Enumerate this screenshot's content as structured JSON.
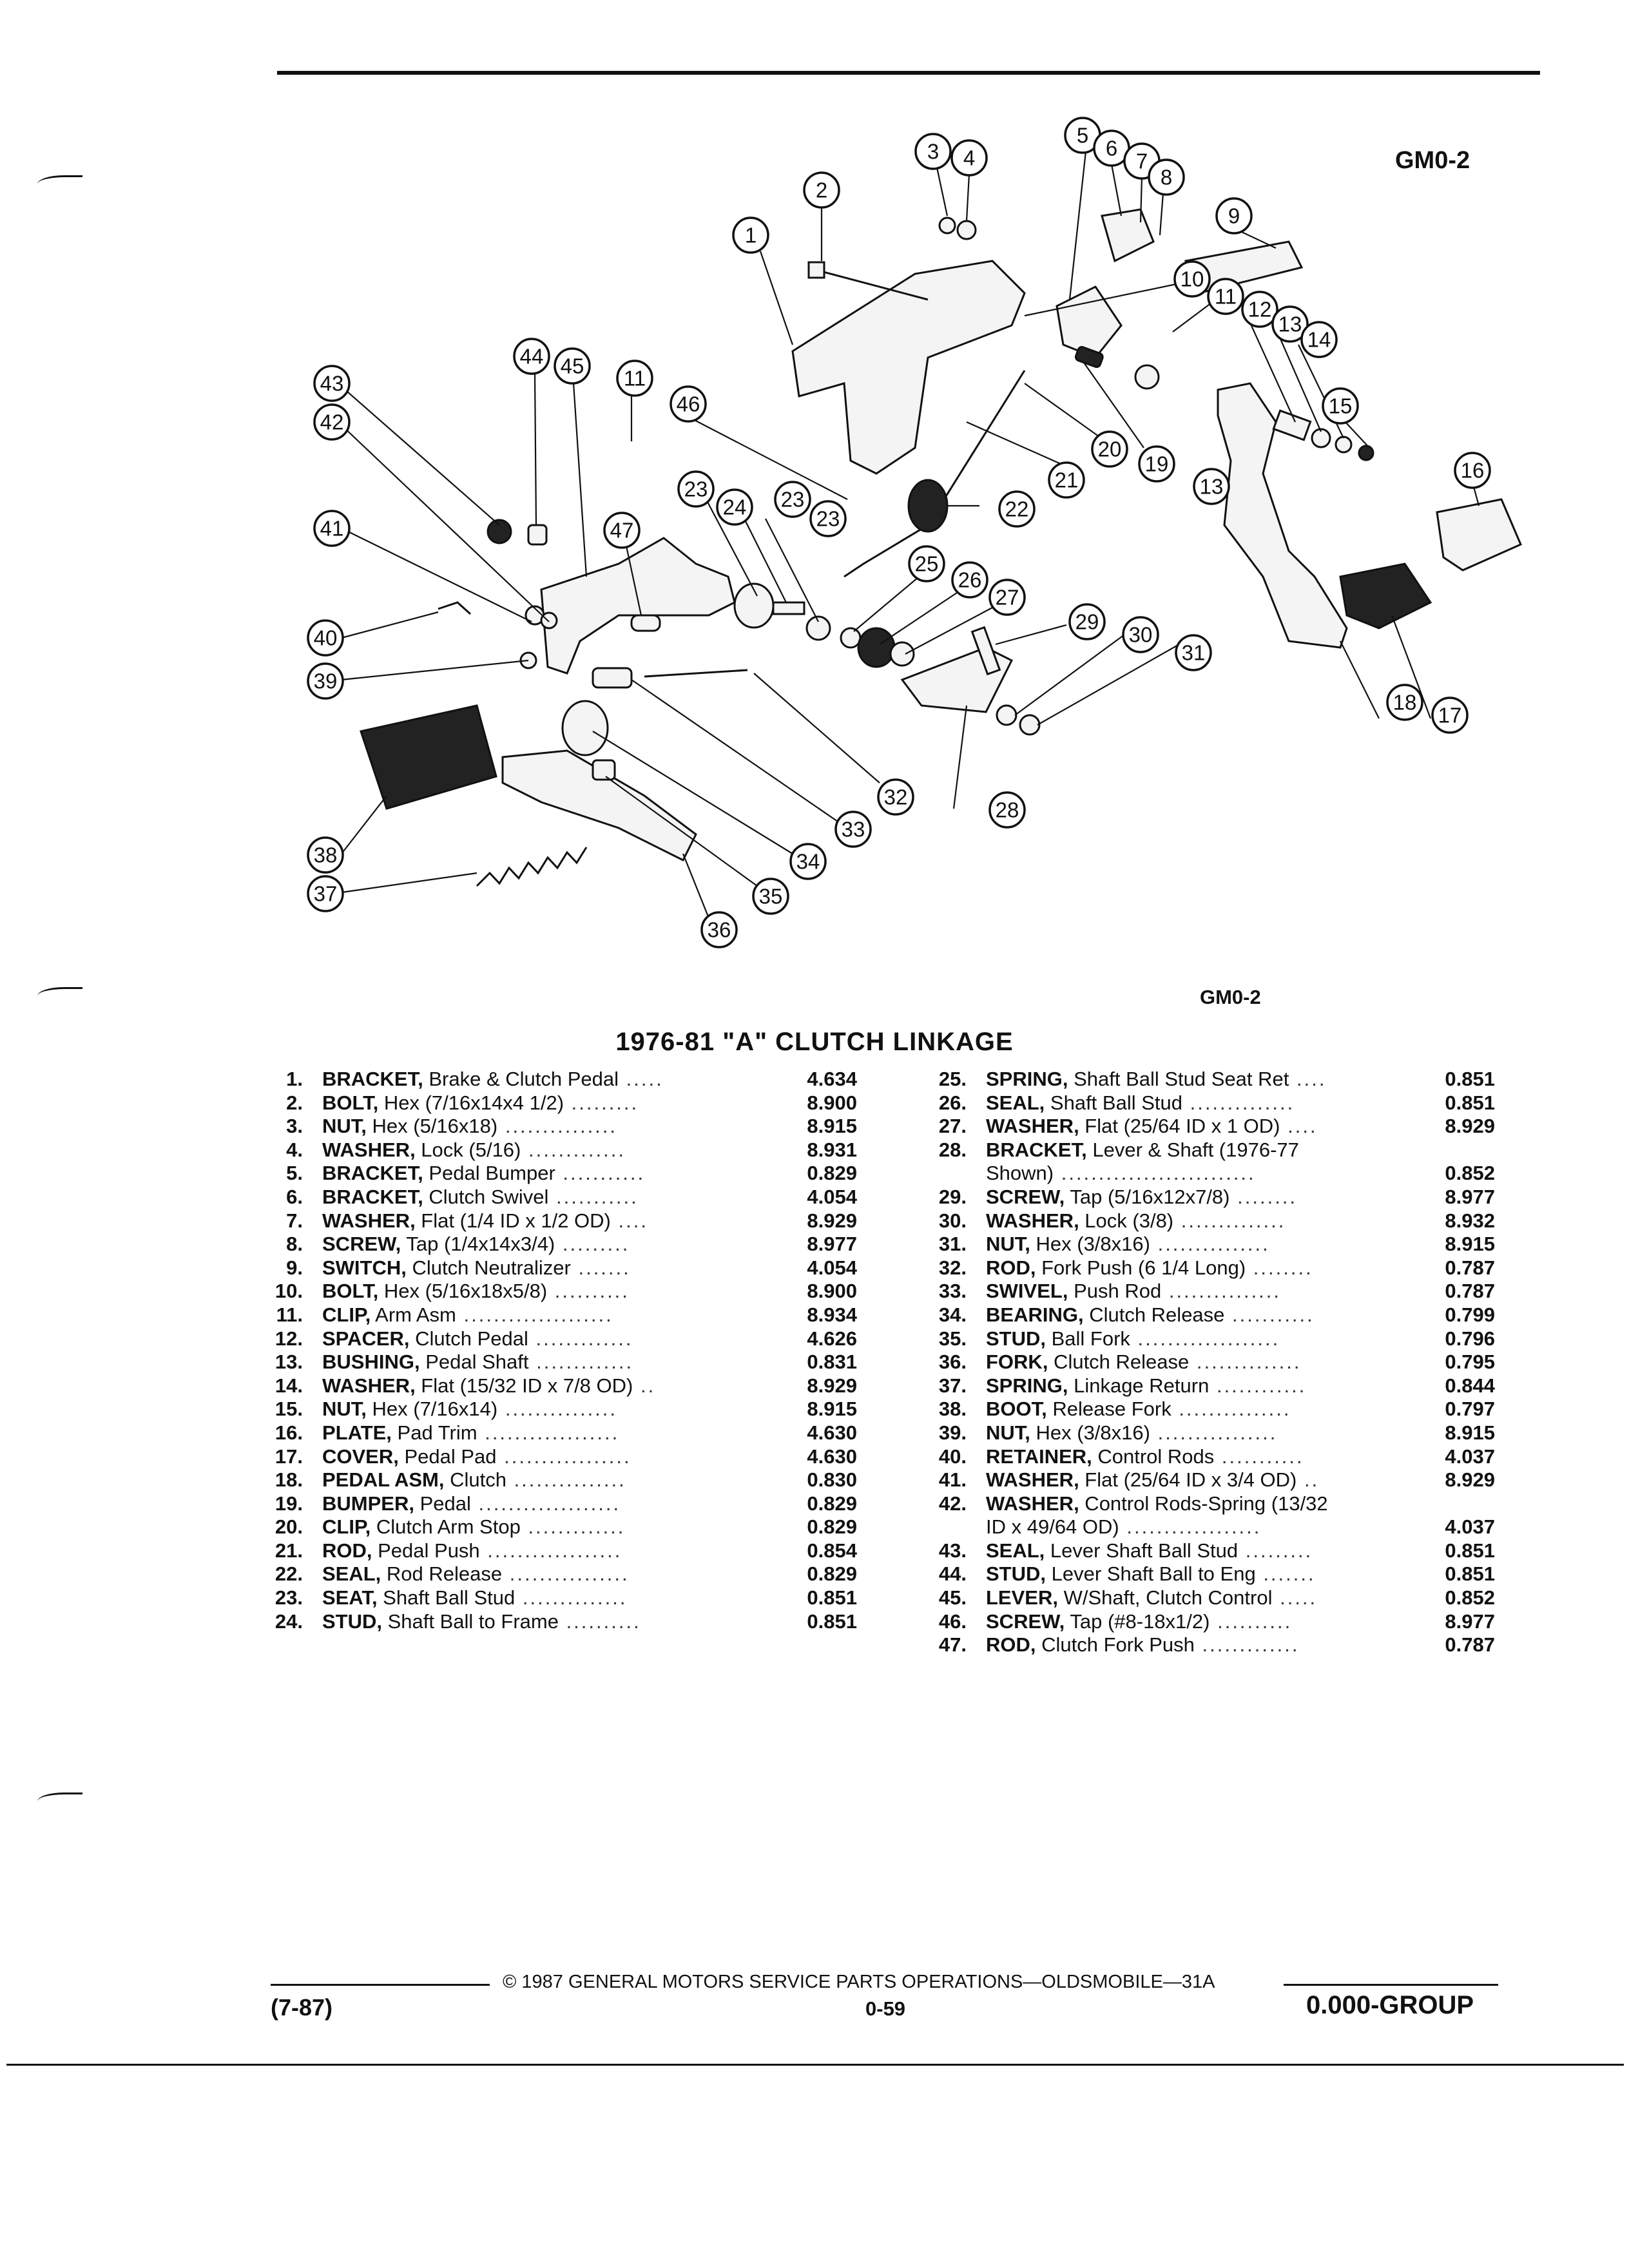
{
  "figure": {
    "label_top": "GM0-2",
    "label_bottom": "GM0-2",
    "callouts": [
      "1",
      "2",
      "3",
      "4",
      "5",
      "6",
      "7",
      "8",
      "9",
      "10",
      "11",
      "12",
      "13",
      "14",
      "15",
      "16",
      "17",
      "18",
      "19",
      "20",
      "21",
      "22",
      "23",
      "24",
      "25",
      "26",
      "27",
      "28",
      "29",
      "30",
      "31",
      "32",
      "33",
      "34",
      "35",
      "36",
      "37",
      "38",
      "39",
      "40",
      "41",
      "42",
      "43",
      "44",
      "45",
      "11",
      "46",
      "23",
      "23",
      "47",
      "13"
    ]
  },
  "title": "1976-81 \"A\" CLUTCH LINKAGE",
  "parts_left": [
    {
      "no": "1.",
      "name": "BRACKET,",
      "desc": " Brake & Clutch Pedal",
      "dots": " .....",
      "group": "4.634"
    },
    {
      "no": "2.",
      "name": "BOLT,",
      "desc": " Hex (7/16x14x4 1/2)",
      "dots": " .........",
      "group": "8.900"
    },
    {
      "no": "3.",
      "name": "NUT,",
      "desc": " Hex (5/16x18)",
      "dots": " ...............",
      "group": "8.915"
    },
    {
      "no": "4.",
      "name": "WASHER,",
      "desc": " Lock (5/16)",
      "dots": " .............",
      "group": "8.931"
    },
    {
      "no": "5.",
      "name": "BRACKET,",
      "desc": " Pedal Bumper",
      "dots": " ...........",
      "group": "0.829"
    },
    {
      "no": "6.",
      "name": "BRACKET,",
      "desc": " Clutch Swivel",
      "dots": " ...........",
      "group": "4.054"
    },
    {
      "no": "7.",
      "name": "WASHER,",
      "desc": " Flat (1/4 ID x 1/2 OD)",
      "dots": " ....",
      "group": "8.929"
    },
    {
      "no": "8.",
      "name": "SCREW,",
      "desc": " Tap (1/4x14x3/4)",
      "dots": " .........",
      "group": "8.977"
    },
    {
      "no": "9.",
      "name": "SWITCH,",
      "desc": " Clutch Neutralizer",
      "dots": " .......",
      "group": "4.054"
    },
    {
      "no": "10.",
      "name": "BOLT,",
      "desc": " Hex (5/16x18x5/8)",
      "dots": " ..........",
      "group": "8.900"
    },
    {
      "no": "11.",
      "name": "CLIP,",
      "desc": " Arm Asm",
      "dots": " ....................",
      "group": "8.934"
    },
    {
      "no": "12.",
      "name": "SPACER,",
      "desc": " Clutch Pedal",
      "dots": " .............",
      "group": "4.626"
    },
    {
      "no": "13.",
      "name": "BUSHING,",
      "desc": " Pedal Shaft",
      "dots": " .............",
      "group": "0.831"
    },
    {
      "no": "14.",
      "name": "WASHER,",
      "desc": " Flat (15/32 ID x 7/8 OD)",
      "dots": " ..",
      "group": "8.929"
    },
    {
      "no": "15.",
      "name": "NUT,",
      "desc": " Hex (7/16x14)",
      "dots": " ...............",
      "group": "8.915"
    },
    {
      "no": "16.",
      "name": "PLATE,",
      "desc": " Pad Trim",
      "dots": " ..................",
      "group": "4.630"
    },
    {
      "no": "17.",
      "name": "COVER,",
      "desc": " Pedal Pad",
      "dots": " .................",
      "group": "4.630"
    },
    {
      "no": "18.",
      "name": "PEDAL ASM,",
      "desc": " Clutch",
      "dots": " ...............",
      "group": "0.830"
    },
    {
      "no": "19.",
      "name": "BUMPER,",
      "desc": " Pedal",
      "dots": " ...................",
      "group": "0.829"
    },
    {
      "no": "20.",
      "name": "CLIP,",
      "desc": " Clutch Arm Stop",
      "dots": " .............",
      "group": "0.829"
    },
    {
      "no": "21.",
      "name": "ROD,",
      "desc": " Pedal Push",
      "dots": " ..................",
      "group": "0.854"
    },
    {
      "no": "22.",
      "name": "SEAL,",
      "desc": " Rod Release",
      "dots": " ................",
      "group": "0.829"
    },
    {
      "no": "23.",
      "name": "SEAT,",
      "desc": " Shaft Ball Stud",
      "dots": " ..............",
      "group": "0.851"
    },
    {
      "no": "24.",
      "name": "STUD,",
      "desc": " Shaft Ball to Frame",
      "dots": " ..........",
      "group": "0.851"
    }
  ],
  "parts_right": [
    {
      "no": "25.",
      "name": "SPRING,",
      "desc": " Shaft Ball Stud Seat Ret",
      "dots": " ....",
      "group": "0.851"
    },
    {
      "no": "26.",
      "name": "SEAL,",
      "desc": " Shaft Ball Stud",
      "dots": " ..............",
      "group": "0.851"
    },
    {
      "no": "27.",
      "name": "WASHER,",
      "desc": " Flat (25/64 ID x 1 OD)",
      "dots": " ....",
      "group": "8.929"
    },
    {
      "no": "28.",
      "name": "BRACKET,",
      "desc": " Lever & Shaft (1976-77",
      "dots": "",
      "group": ""
    },
    {
      "no": "",
      "name": "",
      "desc": "Shown)",
      "dots": " ..........................",
      "group": "0.852"
    },
    {
      "no": "29.",
      "name": "SCREW,",
      "desc": " Tap (5/16x12x7/8)",
      "dots": " ........",
      "group": "8.977"
    },
    {
      "no": "30.",
      "name": "WASHER,",
      "desc": " Lock (3/8)",
      "dots": " ..............",
      "group": "8.932"
    },
    {
      "no": "31.",
      "name": "NUT,",
      "desc": " Hex (3/8x16)",
      "dots": " ...............",
      "group": "8.915"
    },
    {
      "no": "32.",
      "name": "ROD,",
      "desc": " Fork Push (6 1/4 Long)",
      "dots": " ........",
      "group": "0.787"
    },
    {
      "no": "33.",
      "name": "SWIVEL,",
      "desc": " Push Rod",
      "dots": " ...............",
      "group": "0.787"
    },
    {
      "no": "34.",
      "name": "BEARING,",
      "desc": " Clutch Release",
      "dots": " ...........",
      "group": "0.799"
    },
    {
      "no": "35.",
      "name": "STUD,",
      "desc": " Ball Fork",
      "dots": " ...................",
      "group": "0.796"
    },
    {
      "no": "36.",
      "name": "FORK,",
      "desc": " Clutch Release",
      "dots": " ..............",
      "group": "0.795"
    },
    {
      "no": "37.",
      "name": "SPRING,",
      "desc": " Linkage Return",
      "dots": " ............",
      "group": "0.844"
    },
    {
      "no": "38.",
      "name": "BOOT,",
      "desc": " Release Fork",
      "dots": " ...............",
      "group": "0.797"
    },
    {
      "no": "39.",
      "name": "NUT,",
      "desc": " Hex (3/8x16)",
      "dots": " ................",
      "group": "8.915"
    },
    {
      "no": "40.",
      "name": "RETAINER,",
      "desc": " Control Rods",
      "dots": " ...........",
      "group": "4.037"
    },
    {
      "no": "41.",
      "name": "WASHER,",
      "desc": " Flat (25/64 ID x 3/4 OD)",
      "dots": " ..",
      "group": "8.929"
    },
    {
      "no": "42.",
      "name": "WASHER,",
      "desc": " Control Rods-Spring (13/32",
      "dots": "",
      "group": ""
    },
    {
      "no": "",
      "name": "",
      "desc": "ID x 49/64 OD)",
      "dots": " ..................",
      "group": "4.037"
    },
    {
      "no": "43.",
      "name": "SEAL,",
      "desc": " Lever Shaft Ball Stud",
      "dots": " .........",
      "group": "0.851"
    },
    {
      "no": "44.",
      "name": "STUD,",
      "desc": " Lever Shaft Ball to Eng",
      "dots": " .......",
      "group": "0.851"
    },
    {
      "no": "45.",
      "name": "LEVER,",
      "desc": " W/Shaft, Clutch Control",
      "dots": " .....",
      "group": "0.852"
    },
    {
      "no": "46.",
      "name": "SCREW,",
      "desc": " Tap (#8-18x1/2)",
      "dots": " ..........",
      "group": "8.977"
    },
    {
      "no": "47.",
      "name": "ROD,",
      "desc": " Clutch Fork Push",
      "dots": " .............",
      "group": "0.787"
    }
  ],
  "footer": {
    "copyright": "© 1987 GENERAL MOTORS SERVICE PARTS OPERATIONS—OLDSMOBILE—31A",
    "date_code": "(7-87)",
    "page": "0-59",
    "group": "0.000-GROUP"
  }
}
